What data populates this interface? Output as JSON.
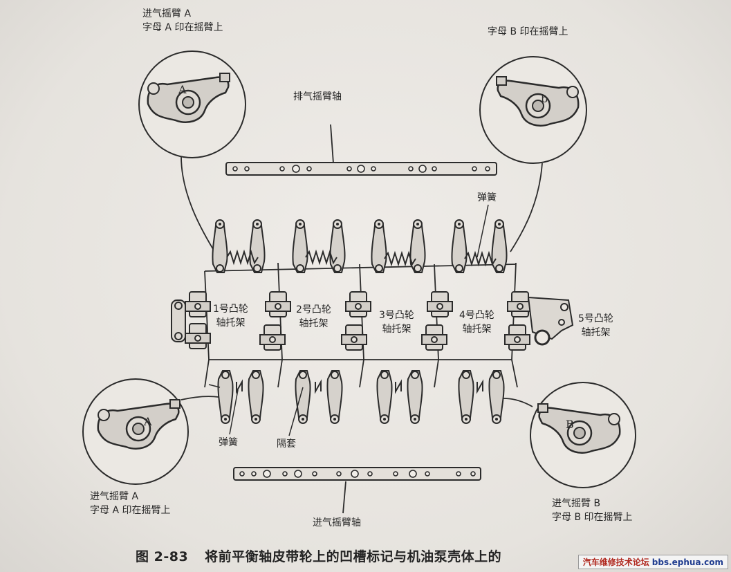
{
  "callouts": {
    "top_left": [
      "进气摇臂 A",
      "字母 A 印在摇臂上"
    ],
    "top_right": [
      "字母 B 印在摇臂上"
    ],
    "bottom_left": [
      "进气摇臂 A",
      "字母 A 印在摇臂上"
    ],
    "bottom_right": [
      "进气摇臂 B",
      "字母 B 印在摇臂上"
    ]
  },
  "detail_letters": {
    "top_left": "A",
    "top_right": "b",
    "bottom_left": "A",
    "bottom_right": "B"
  },
  "shafts": {
    "exhaust": "排气摇臂轴",
    "intake": "进气摇臂轴"
  },
  "parts": {
    "spring_top": "弹簧",
    "spring_bottom": "弹簧",
    "spacer": "隔套"
  },
  "brackets": [
    [
      "1号凸轮",
      "轴托架"
    ],
    [
      "2号凸轮",
      "轴托架"
    ],
    [
      "3号凸轮",
      "轴托架"
    ],
    [
      "4号凸轮",
      "轴托架"
    ],
    [
      "5号凸轮",
      "轴托架"
    ]
  ],
  "caption": {
    "figure_number": "图 2-83",
    "text": "将前平衡轴皮带轮上的凹槽标记与机油泵壳体上的"
  },
  "watermark": {
    "site": "汽车维修技术论坛",
    "url": "bbs.ephua.com"
  }
}
